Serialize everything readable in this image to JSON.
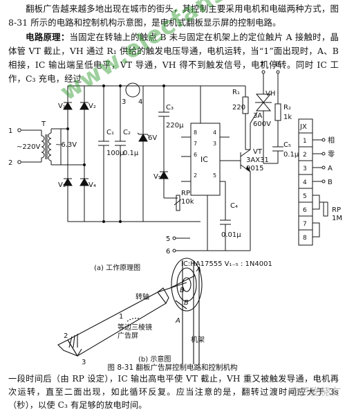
{
  "intro": {
    "p1": "翻板广告越来越多地出现在城市的街头，其控制主要采用电机和电磁两种方式，图 8-31 所示的电路和控制机构示意图，是电机式翻板显示屏的控制电路。",
    "p2_head": "电路原理：",
    "p2_body": "当固定在转轴上的触点 B 未与固定在机架上的定位触片 A 接触时，晶体管 VT 截止，VH 通过 R₁ 供给的触发电压导通，电机运转，当“1”面出现时，A、B 相接，IC 输出端呈低电平，VT 导通，VH 得不到触发信号，电机停转。同时 IC 工作，C₃ 充电，经过"
  },
  "schematic": {
    "labels": {
      "ac_in": "~220V",
      "sec_v": "~6.3V",
      "t": "T",
      "v1": "V₁",
      "v2": "V₂",
      "v3": "V₃",
      "v4": "V₄",
      "v5": "V₅",
      "c1": "C₁",
      "c1v": "100μ",
      "c2": "C₂",
      "c2v": "0.1μ",
      "c3": "C₃",
      "c3v": "220μ",
      "c4": "C₄",
      "c4v": "0.01μ",
      "c5": "C₅",
      "c5v": "0.1μ",
      "zener": "6V",
      "r1": "R₁",
      "r1v": "220",
      "r2": "R₂",
      "r2v": "1k",
      "rp": "RP",
      "rpv": "10k",
      "ic": "IC",
      "vt": "VT",
      "vt_model": "3AX31",
      "vt_model2": "9015",
      "vh": "VH",
      "vh_r1": "3A",
      "vh_r2": "600V",
      "ic_note": "IC:HA17555  V₁₋₅ : 1N4001",
      "jx": "JX",
      "jx_x": "相",
      "jx_y": "零",
      "jx_a": "A",
      "jx_b": "B",
      "rp_ext": "RP",
      "rp_ext_v": "1M",
      "caption_a": "(a) 工作原理图",
      "n1": "1",
      "n2": "2",
      "n3": "3",
      "n4": "4",
      "n5": "5",
      "n6": "6",
      "n7": "7",
      "n8": "8",
      "p2": "2",
      "p3": "3",
      "p4": "4",
      "p5": "5",
      "p6": "6",
      "p7": "7",
      "p8": "8",
      "jx1": "1",
      "jx2": "2",
      "jx3": "3",
      "jx4": "4",
      "jx5": "5",
      "jx6": "6",
      "jx7": "7",
      "jx8": "8"
    }
  },
  "sketch": {
    "zhuanzhou": "转轴",
    "jijia": "机架",
    "prism": "等边三棱镜",
    "prism2": "广告屏",
    "a1": "A",
    "a2": "A",
    "b1": "B",
    "b2": "B",
    "n1": "1",
    "n2": "2",
    "n3": "3",
    "caption_b": "(b) 示意图"
  },
  "figure_caption": "图 8-31   翻板广告屏控制电路和控制机构",
  "outro": {
    "p3": "一段时间后（由 RP 设定），IC 输出高电平使 VT 截止，VH 重又被触发导通，电机再次运转，直至二面出现，如此循环反复。应当注意的是，翻转过渡时间应大于 3s（秒），以使 C₃ 有足够的放电时间。"
  },
  "watermark": "www.elecfans.com",
  "corner_mark": "电子发烧友"
}
